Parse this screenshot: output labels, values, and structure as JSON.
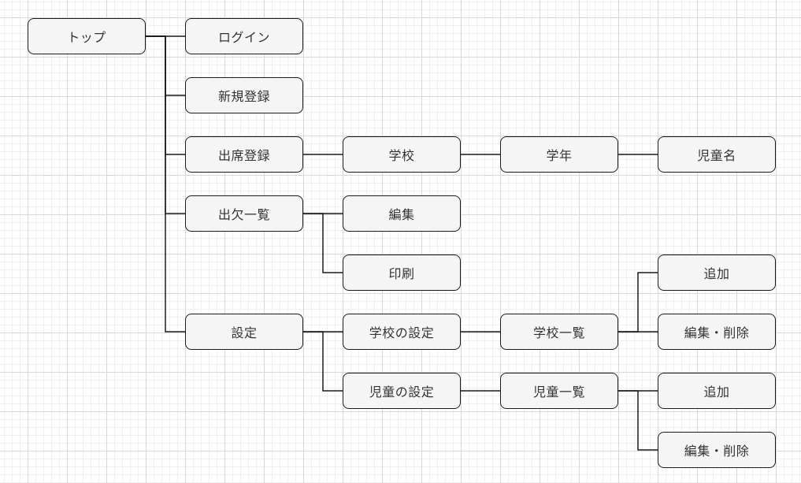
{
  "colors": {
    "canvas_bg": "#ffffff",
    "grid_minor": "#f0f0f0",
    "grid_major": "#d8d8d8",
    "box_fill": "#f5f5f5",
    "box_border": "#1a1a1a",
    "box_text": "#333333",
    "connector": "#1a1a1a"
  },
  "diagram": {
    "type": "sitemap-tree",
    "nodes": [
      {
        "id": "top",
        "label": "トップ",
        "col": 0,
        "row": 0
      },
      {
        "id": "login",
        "label": "ログイン",
        "col": 1,
        "row": 0
      },
      {
        "id": "signup",
        "label": "新規登録",
        "col": 1,
        "row": 1
      },
      {
        "id": "attendance-register",
        "label": "出席登録",
        "col": 1,
        "row": 2
      },
      {
        "id": "school",
        "label": "学校",
        "col": 2,
        "row": 2
      },
      {
        "id": "grade",
        "label": "学年",
        "col": 3,
        "row": 2
      },
      {
        "id": "child-name",
        "label": "児童名",
        "col": 4,
        "row": 2
      },
      {
        "id": "attendance-list",
        "label": "出欠一覧",
        "col": 1,
        "row": 3
      },
      {
        "id": "edit",
        "label": "編集",
        "col": 2,
        "row": 3
      },
      {
        "id": "print",
        "label": "印刷",
        "col": 2,
        "row": 4
      },
      {
        "id": "settings",
        "label": "設定",
        "col": 1,
        "row": 5
      },
      {
        "id": "school-settings",
        "label": "学校の設定",
        "col": 2,
        "row": 5
      },
      {
        "id": "school-list",
        "label": "学校一覧",
        "col": 3,
        "row": 5
      },
      {
        "id": "add-school",
        "label": "追加",
        "col": 4,
        "row": 4
      },
      {
        "id": "edit-delete-school",
        "label": "編集・削除",
        "col": 4,
        "row": 5
      },
      {
        "id": "child-settings",
        "label": "児童の設定",
        "col": 2,
        "row": 6
      },
      {
        "id": "child-list",
        "label": "児童一覧",
        "col": 3,
        "row": 6
      },
      {
        "id": "add-child",
        "label": "追加",
        "col": 4,
        "row": 6
      },
      {
        "id": "edit-delete-child",
        "label": "編集・削除",
        "col": 4,
        "row": 7
      }
    ],
    "edges": [
      {
        "from": "top",
        "to": "login"
      },
      {
        "from": "top",
        "to": "signup"
      },
      {
        "from": "top",
        "to": "attendance-register"
      },
      {
        "from": "top",
        "to": "attendance-list"
      },
      {
        "from": "top",
        "to": "settings"
      },
      {
        "from": "attendance-register",
        "to": "school"
      },
      {
        "from": "school",
        "to": "grade"
      },
      {
        "from": "grade",
        "to": "child-name"
      },
      {
        "from": "attendance-list",
        "to": "edit"
      },
      {
        "from": "attendance-list",
        "to": "print"
      },
      {
        "from": "settings",
        "to": "school-settings"
      },
      {
        "from": "settings",
        "to": "child-settings"
      },
      {
        "from": "school-settings",
        "to": "school-list"
      },
      {
        "from": "school-list",
        "to": "add-school"
      },
      {
        "from": "school-list",
        "to": "edit-delete-school"
      },
      {
        "from": "child-settings",
        "to": "child-list"
      },
      {
        "from": "child-list",
        "to": "add-child"
      },
      {
        "from": "child-list",
        "to": "edit-delete-child"
      }
    ]
  }
}
